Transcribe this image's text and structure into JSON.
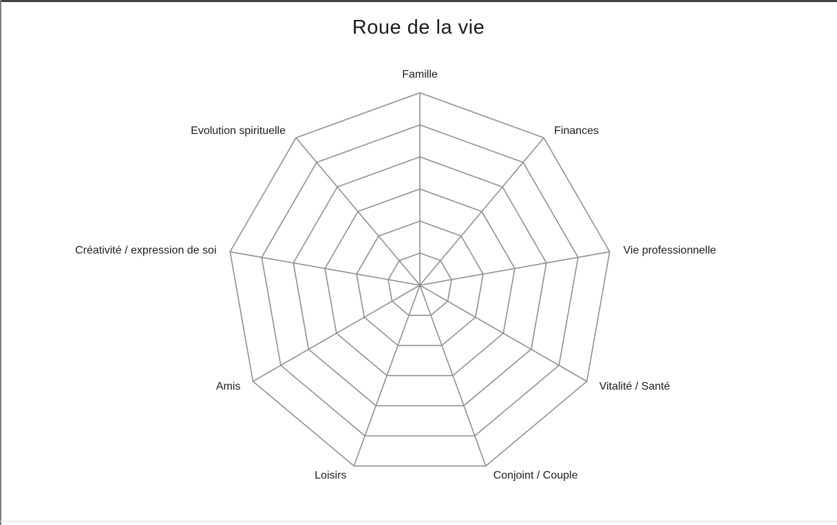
{
  "chart": {
    "title": "Roue de la vie"
  },
  "chart_data": {
    "type": "radar",
    "title": "Roue de la vie",
    "categories": [
      "Famille",
      "Finances",
      "Vie professionnelle",
      "Vitalité / Santé",
      "Conjoint / Couple",
      "Loisirs",
      "Amis",
      "Créativité / expression de soi",
      "Evolution spirituelle"
    ],
    "series": [],
    "grid_levels": 6,
    "start_angle_deg": -90,
    "direction": "clockwise",
    "legend": "none",
    "axis_tick_labels": "none",
    "grid_color": "#8f8f8f",
    "label_color": "#1b1b1b",
    "background_color": "#ffffff"
  },
  "frame": {
    "top_color": "#414141",
    "left_color": "#808080",
    "bottom_color": "#d9d9d9"
  }
}
